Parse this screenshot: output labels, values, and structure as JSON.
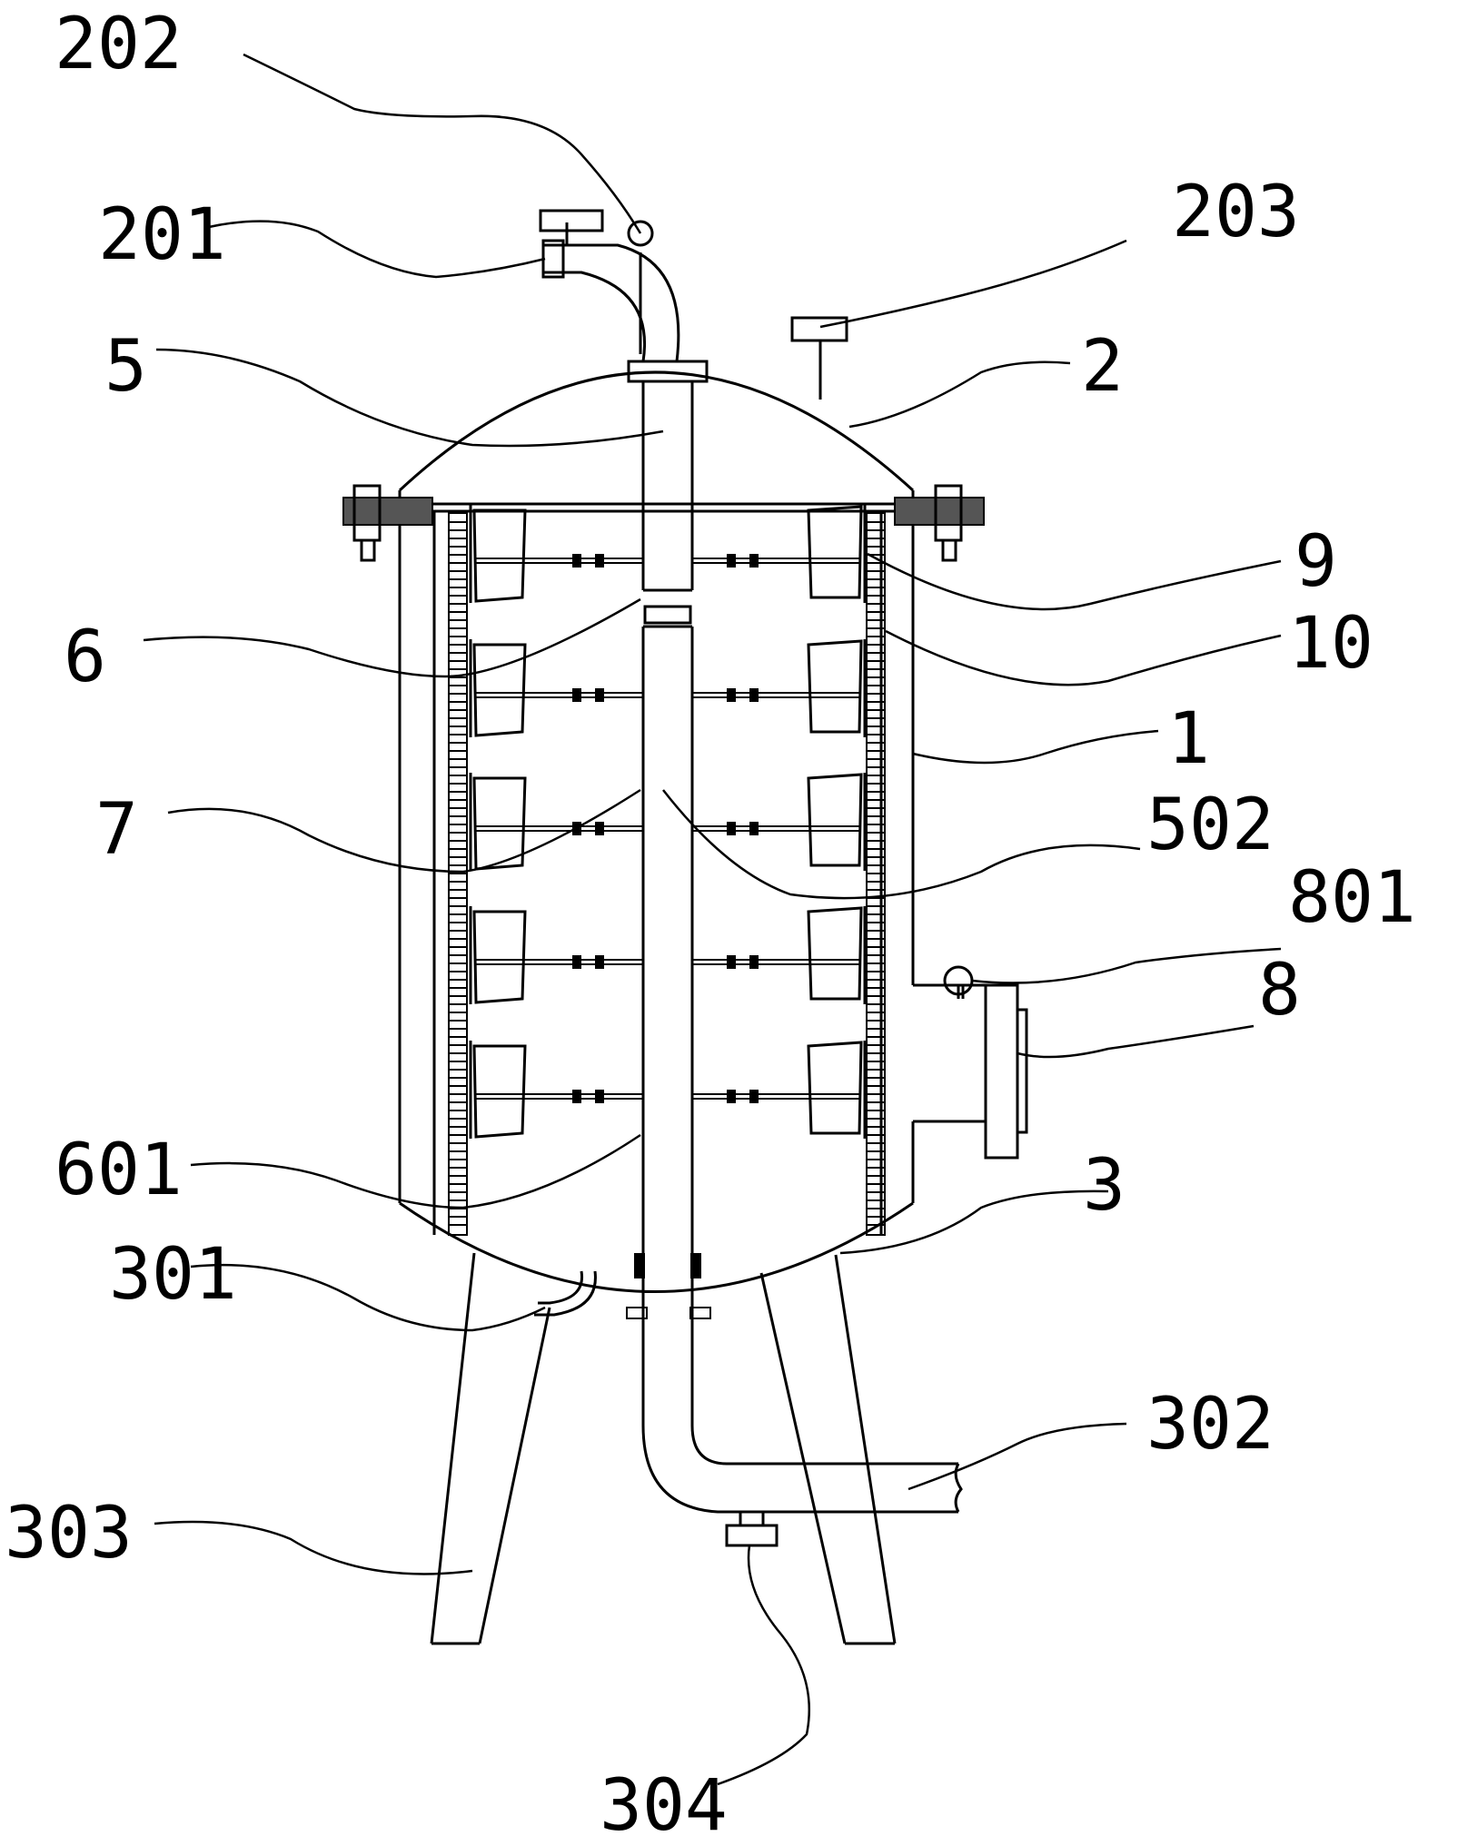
{
  "labels": {
    "l202": "202",
    "l201": "201",
    "l203": "203",
    "l5": "5",
    "l2": "2",
    "l9": "9",
    "l10": "10",
    "l6": "6",
    "l1": "1",
    "l7": "7",
    "l502": "502",
    "l801": "801",
    "l8": "8",
    "l601": "601",
    "l3": "3",
    "l301": "301",
    "l302": "302",
    "l303": "303",
    "l304": "304"
  }
}
